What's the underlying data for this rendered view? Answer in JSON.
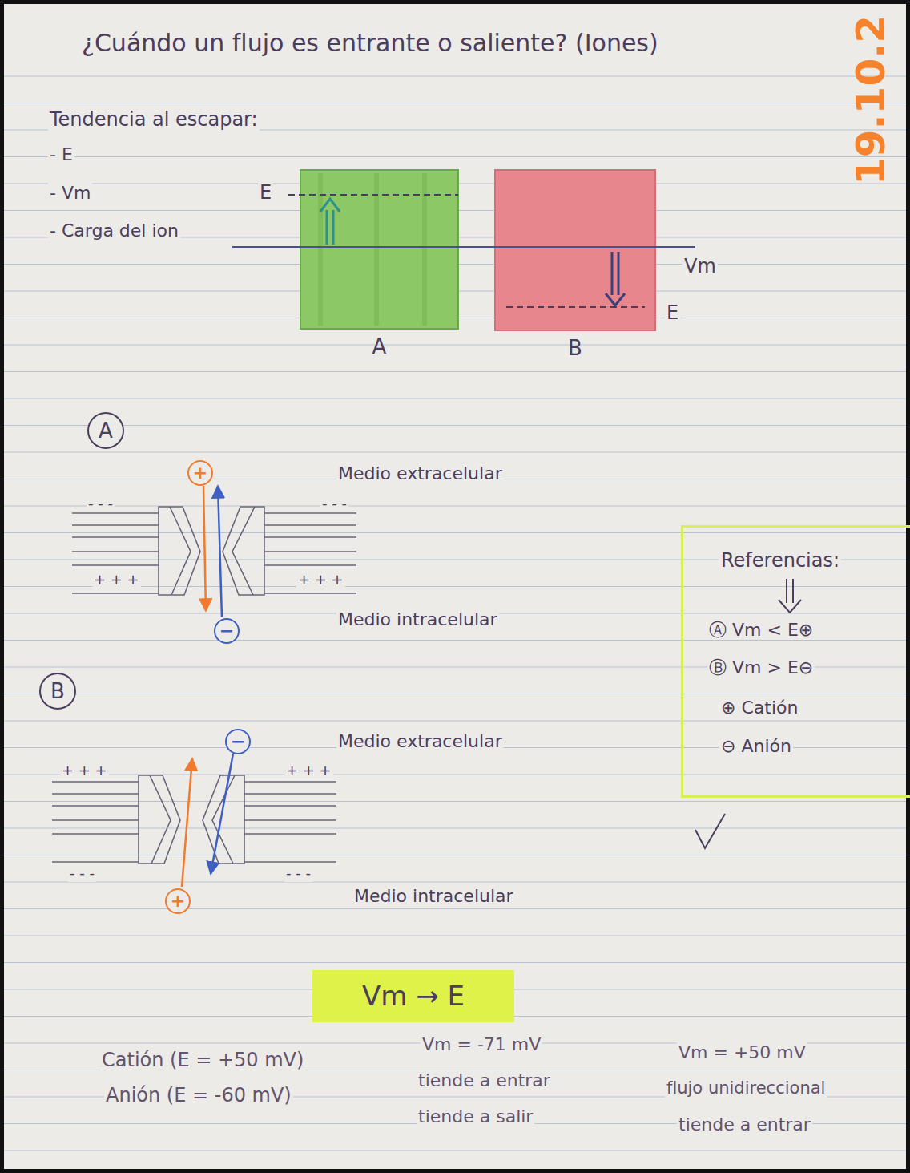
{
  "diagram": {
    "title": "¿Cuándo un flujo es entrante o saliente? (Iones)",
    "nodes": [
      {
        "text": [
          "A"
        ]
      },
      {
        "text": [
          "B"
        ]
      },
      {
        "text": [
          "A"
        ]
      },
      {
        "text": [
          "+"
        ]
      },
      {
        "text": [
          "−"
        ]
      },
      {
        "text": [
          "Referencias:",
          "Ⓐ Vm < E⊕",
          "Ⓑ Vm > E⊖",
          "⊕ Catión",
          "⊖ Anión"
        ]
      },
      {
        "text": [
          "B"
        ]
      },
      {
        "text": [
          "−"
        ]
      },
      {
        "text": [
          "+"
        ]
      },
      {
        "text": [
          "Vm → E"
        ]
      }
    ],
    "labels": [
      "19.10.2",
      "Tendencia al escapar:",
      "- E",
      "- Vm",
      "- Carga del ion",
      "E",
      "Vm",
      "E",
      "- - -",
      "- - -",
      "+ + +",
      "+ + +",
      "Medio extracelular",
      "Medio intracelular",
      "+ + +",
      "+ + +",
      "- - -",
      "- - -",
      "Medio extracelular",
      "Medio intracelular",
      "Catión (E = +50 mV)",
      "Anión (E = -60 mV)",
      "Vm = -71 mV",
      "tiende a entrar",
      "tiende a salir",
      "Vm = +50 mV",
      "flujo unidireccional",
      "tiende a entrar"
    ]
  }
}
